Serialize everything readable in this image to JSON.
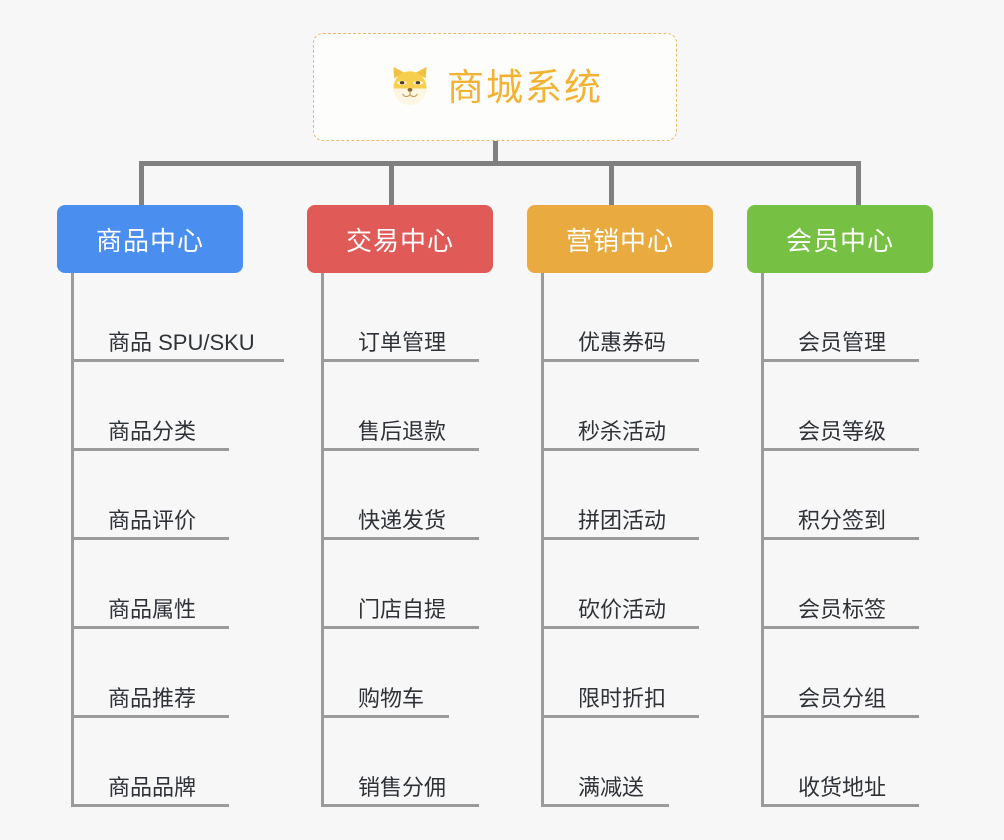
{
  "root": {
    "title": "商城系统",
    "icon": "shiba-dog-icon",
    "color": "#f2b233",
    "border_color": "#e8b96b"
  },
  "columns": [
    {
      "title": "商品中心",
      "color": "#4a8ff0",
      "items": [
        "商品 SPU/SKU",
        "商品分类",
        "商品评价",
        "商品属性",
        "商品推荐",
        "商品品牌"
      ]
    },
    {
      "title": "交易中心",
      "color": "#e05a57",
      "items": [
        "订单管理",
        "售后退款",
        "快递发货",
        "门店自提",
        "购物车",
        "销售分佣"
      ]
    },
    {
      "title": "营销中心",
      "color": "#e9ab3f",
      "items": [
        "优惠券码",
        "秒杀活动",
        "拼团活动",
        "砍价活动",
        "限时折扣",
        "满减送"
      ]
    },
    {
      "title": "会员中心",
      "color": "#76c043",
      "items": [
        "会员管理",
        "会员等级",
        "积分签到",
        "会员标签",
        "会员分组",
        "收货地址"
      ]
    }
  ],
  "connector_color": "#808080",
  "background_color": "#f7f7f7"
}
